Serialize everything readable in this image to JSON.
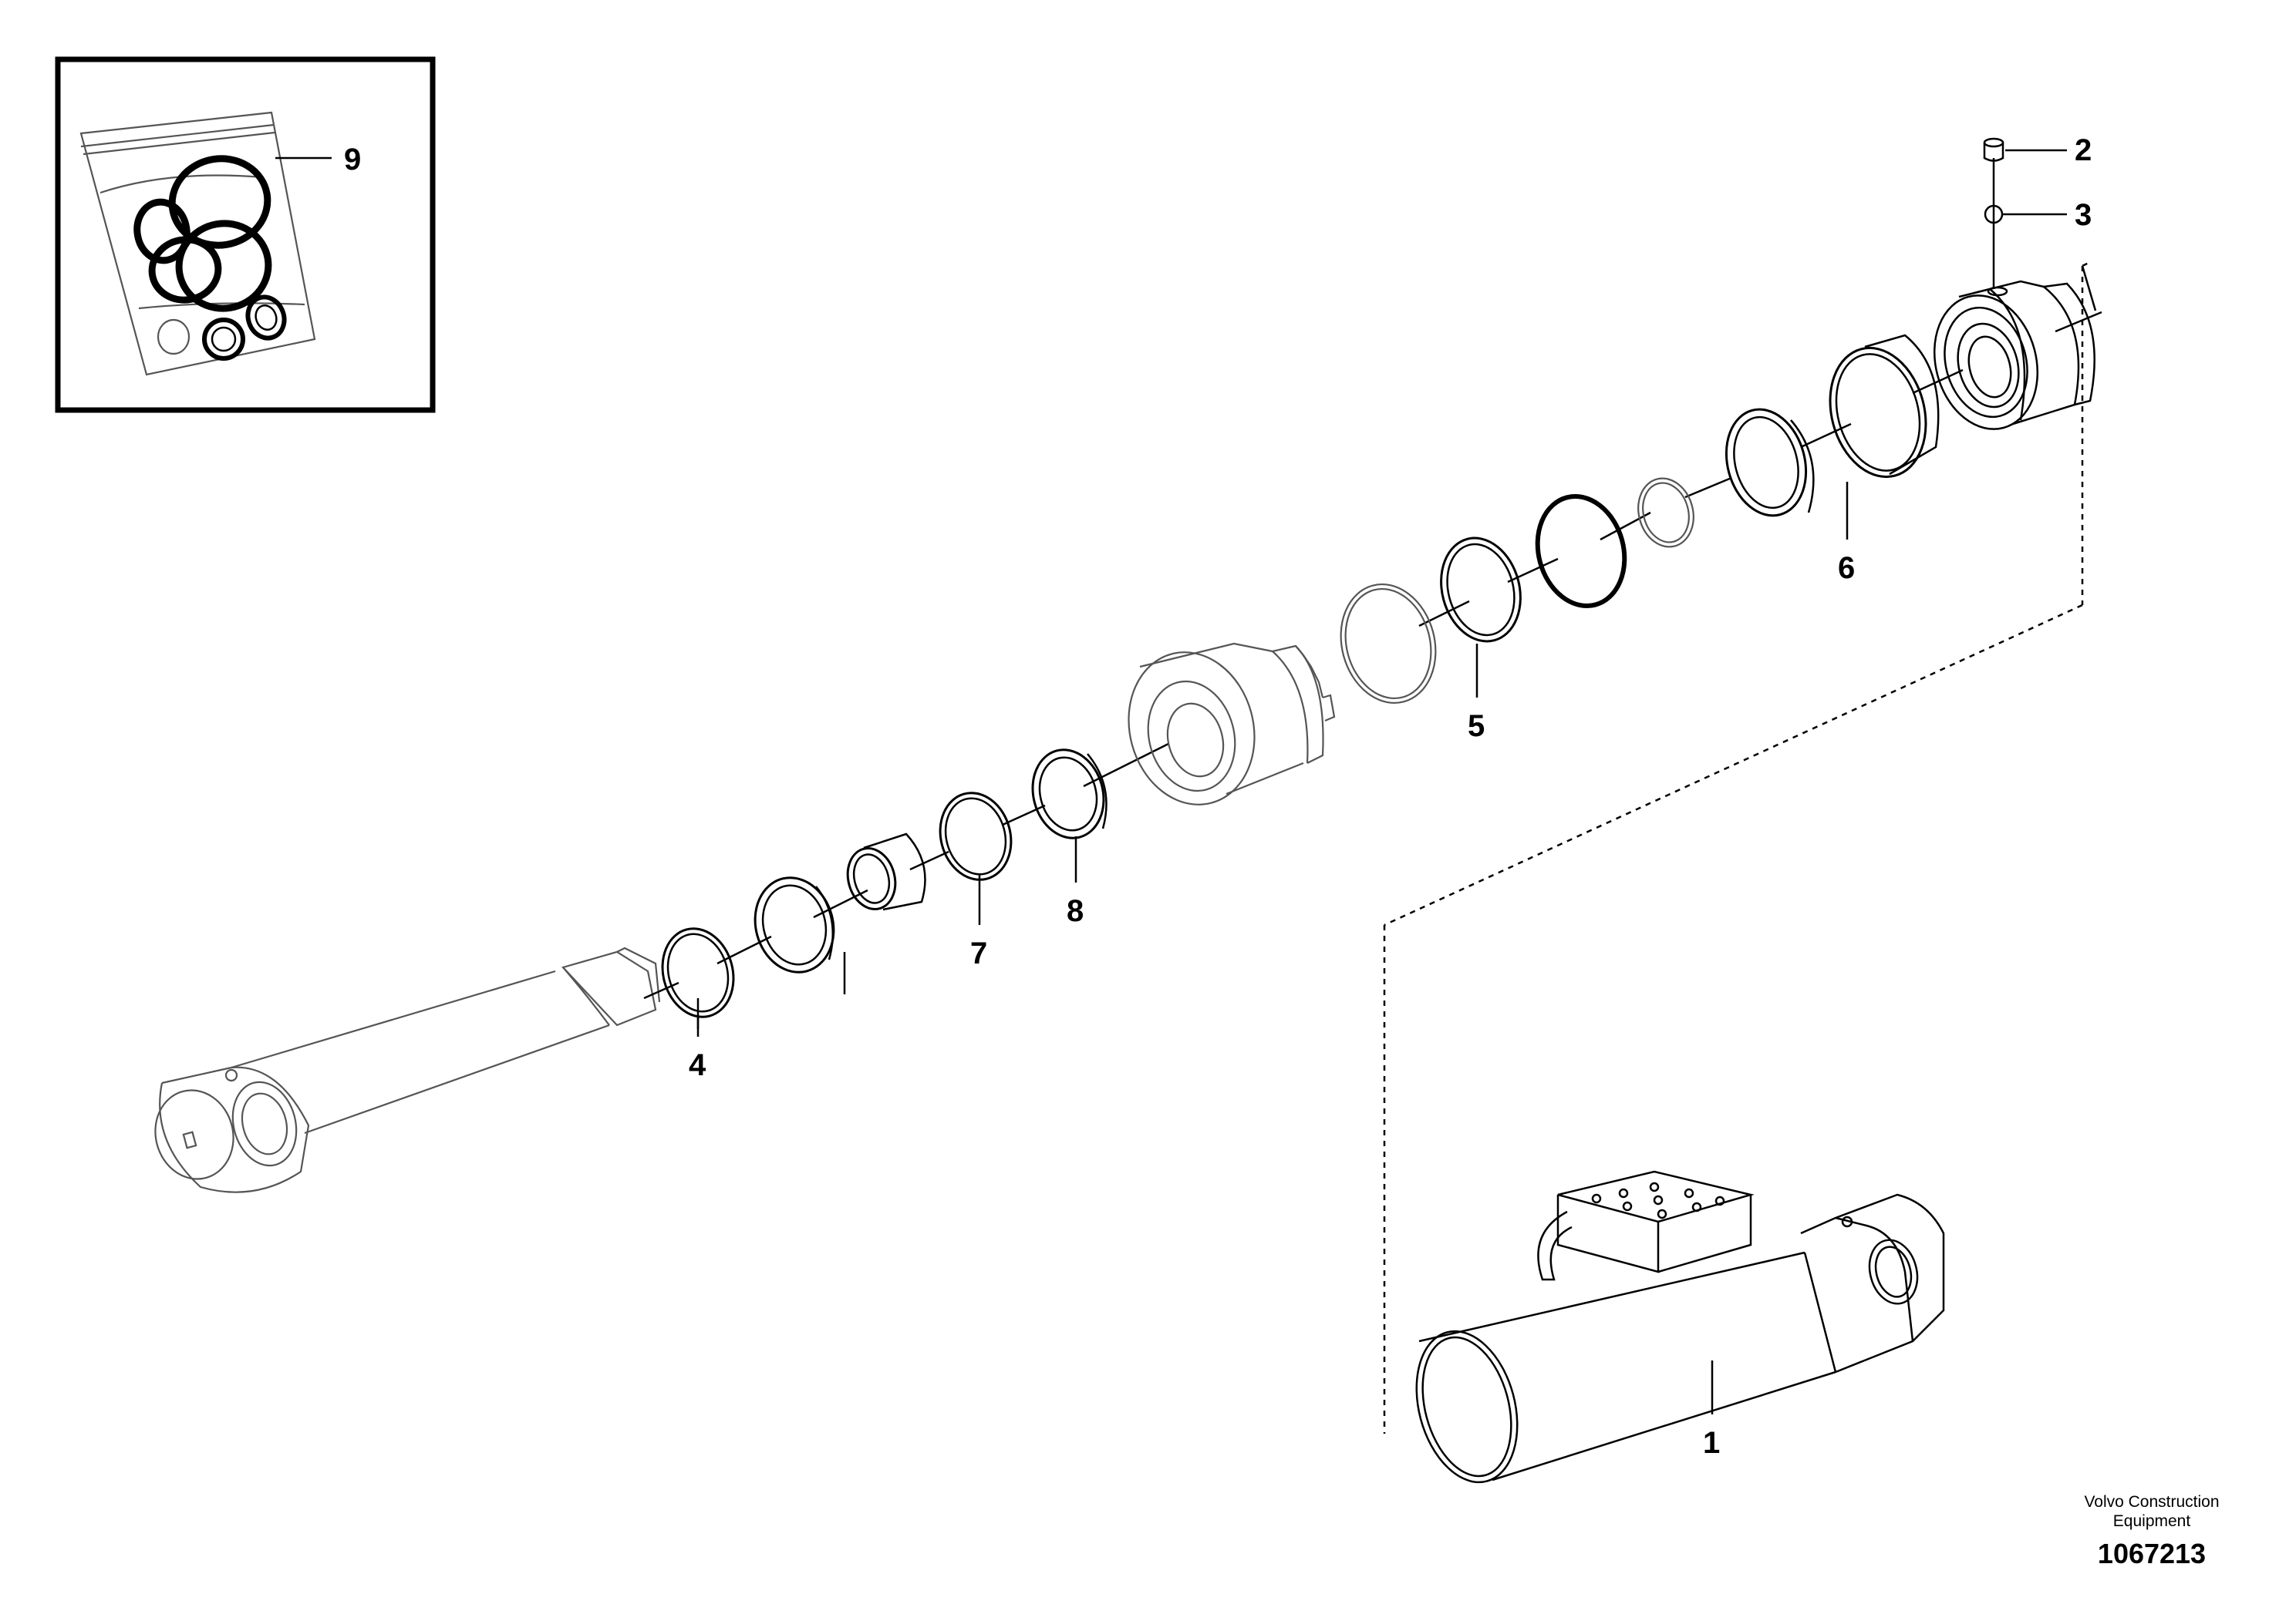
{
  "callouts": {
    "c1": "1",
    "c2": "2",
    "c3": "3",
    "c4": "4",
    "c5": "5",
    "c6": "6",
    "c7": "7",
    "c8": "8",
    "c9": "9"
  },
  "branding": {
    "line1": "Volvo Construction",
    "line2": "Equipment",
    "document_number": "1067213"
  }
}
